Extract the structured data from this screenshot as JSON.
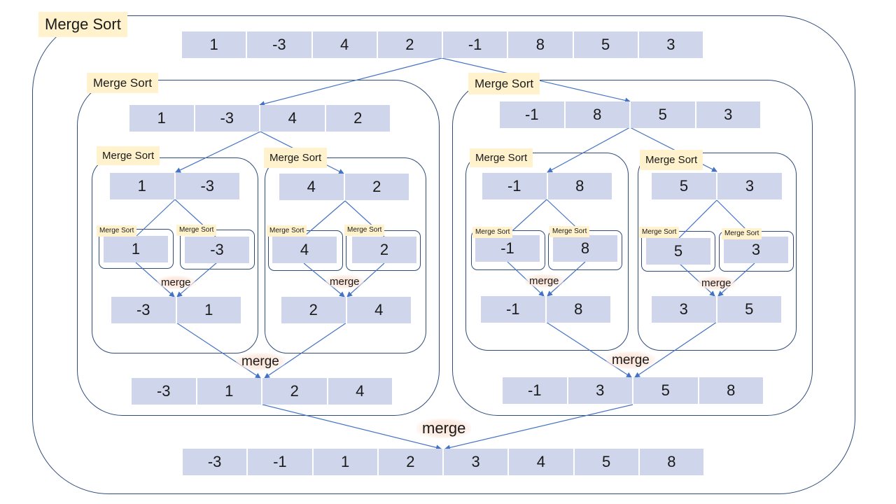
{
  "diagram": {
    "labels": {
      "merge_sort": "Merge Sort",
      "merge": "merge"
    },
    "levels": {
      "root": [
        "1",
        "-3",
        "4",
        "2",
        "-1",
        "8",
        "5",
        "3"
      ],
      "left_half": [
        "1",
        "-3",
        "4",
        "2"
      ],
      "right_half": [
        "-1",
        "8",
        "5",
        "3"
      ],
      "ll_pair": [
        "1",
        "-3"
      ],
      "lr_pair": [
        "4",
        "2"
      ],
      "rl_pair": [
        "-1",
        "8"
      ],
      "rr_pair": [
        "5",
        "3"
      ],
      "singles": [
        "1",
        "-3",
        "4",
        "2",
        "-1",
        "8",
        "5",
        "3"
      ],
      "ll_merged": [
        "-3",
        "1"
      ],
      "lr_merged": [
        "2",
        "4"
      ],
      "rl_merged": [
        "-1",
        "8"
      ],
      "rr_merged": [
        "3",
        "5"
      ],
      "left_merged": [
        "-3",
        "1",
        "2",
        "4"
      ],
      "right_merged": [
        "-1",
        "3",
        "5",
        "8"
      ],
      "final": [
        "-3",
        "-1",
        "1",
        "2",
        "3",
        "4",
        "5",
        "8"
      ]
    },
    "colors": {
      "cell_fill": "#cfd5ea",
      "label_fill": "#fff2cc",
      "merge_glow": "#fbe1d4",
      "arrow": "#4472c4",
      "border": "#2f4b7c"
    }
  }
}
